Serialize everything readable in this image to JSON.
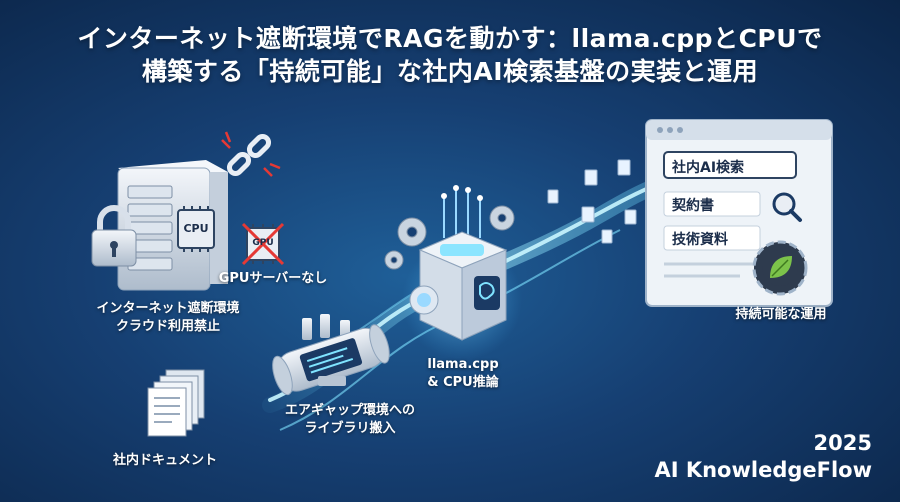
{
  "title": {
    "line1": "インターネット遮断環境でRAGを動かす：llama.cppとCPUで",
    "line2": "構築する「持続可能」な社内AI検索基盤の実装と運用"
  },
  "labels": {
    "gpu_none": "GPUサーバーなし",
    "offline_env_1": "インターネット遮断環境",
    "offline_env_2": "クラウド利用禁止",
    "internal_docs": "社内ドキュメント",
    "airgap_1": "エアギャップ環境への",
    "airgap_2": "ライブラリ搬入",
    "llama_1": "llama.cpp",
    "llama_2": "& CPU推論",
    "sustainable": "持続可能な運用"
  },
  "server": {
    "chip_label": "CPU"
  },
  "gpu_chip": {
    "label": "GPU"
  },
  "search_window": {
    "query": "社内AI検索",
    "results": [
      "契約書",
      "技術資料"
    ]
  },
  "brand": {
    "year": "2025",
    "name": "AI KnowledgeFlow"
  },
  "icons": [
    "broken-link-icon",
    "padlock-icon",
    "server-icon",
    "gpu-crossed-icon",
    "document-stack-icon",
    "pipe-icon",
    "ai-cube-icon",
    "gear-icon",
    "search-window-icon",
    "leaf-gear-icon",
    "magnifier-icon"
  ],
  "colors": {
    "background": "#163f72",
    "flow": "#7fe3ff",
    "text": "#ffffff",
    "warning": "#e53935",
    "leaf": "#7cc34a"
  }
}
